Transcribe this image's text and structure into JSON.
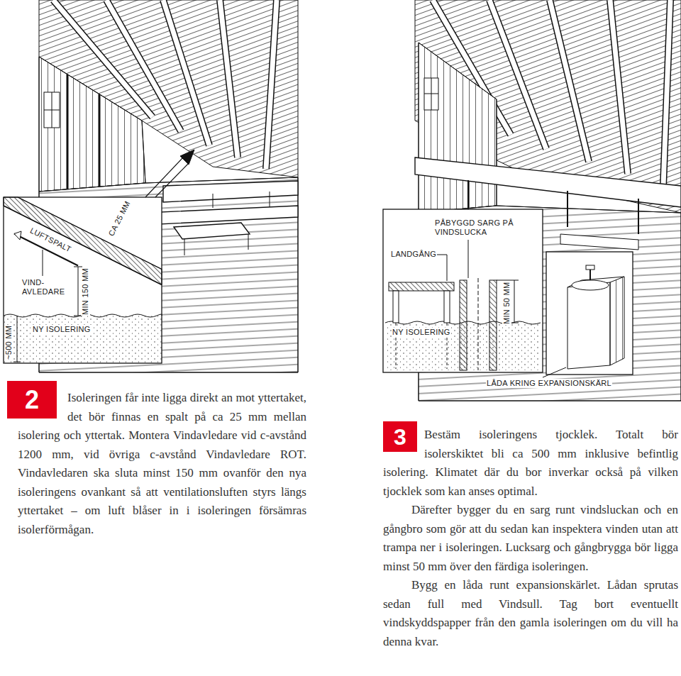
{
  "diagram": {
    "nodes": [
      {
        "text": [
          "2"
        ]
      },
      {
        "text": [
          "3"
        ]
      }
    ],
    "labels": [
      "CA 25 MM",
      "MIN 150 MM",
      "~500 MM",
      "LUFTSPALT",
      "VIND- AVLEDARE",
      "NY ISOLERING",
      "PÅBYGGD SARG PÅ VINDSLUCKA",
      "LANDGÅNG",
      "NY ISOLERING",
      "MIN 50 MM",
      "LÅDA KRING EXPANSIONSKÄRL",
      "Isoleringen får inte ligga direkt an mot yttertaket, det bör finnas en spalt på ca 25 mm mellan isolering och yttertak. Montera Vindavledare vid c-avstånd 1200 mm, vid övriga c-avstånd Vindavledare ROT. Vindavledaren ska sluta minst 150 mm ovanför den nya isoleringens ovankant så att ventilationsluften styrs längs yttertaket – om luft blåser in i isoleringen försämras isolerförmågan.",
      "Bestäm isoleringens tjocklek. Totalt bör isolerskiktet bli ca 500 mm inklusive befintlig isolering. Klimatet där du bor inverkar också på vilken tjocklek som kan anses optimal.",
      "Därefter bygger du en sarg runt vindsluckan och en gångbro som gör att du sedan kan inspektera vinden utan att trampa ner i isoleringen. Lucksarg och gångbrygga bör ligga minst 50 mm över den färdiga isoleringen.",
      "Bygg en låda runt expansionskärlet. Lådan sprutas sedan full med Vindsull. Tag bort eventuellt vindskyddspapper från den gamla isoleringen om du vill ha denna kvar."
    ]
  }
}
